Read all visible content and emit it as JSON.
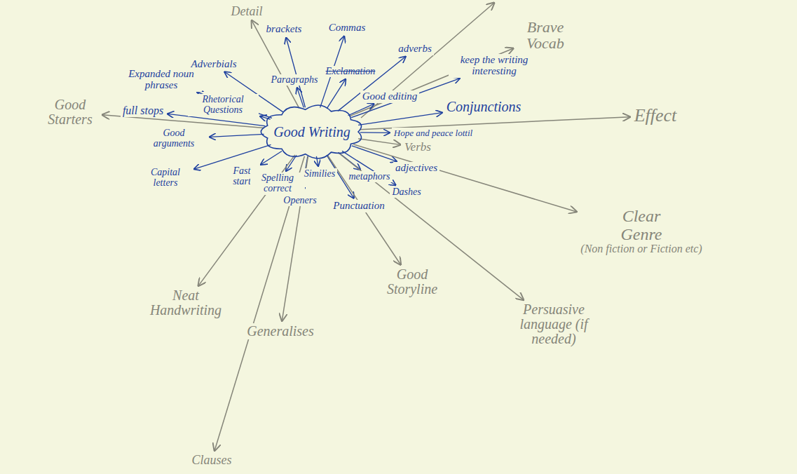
{
  "diagram": {
    "nodes": [
      {
        "text": [
          "Good Writing"
        ]
      },
      {
        "text": [
          "Detail"
        ]
      },
      {
        "text": [
          "brackets"
        ]
      },
      {
        "text": [
          "Commas"
        ]
      },
      {
        "text": [
          "Brave Vocab"
        ]
      },
      {
        "text": [
          "Adverbials"
        ]
      },
      {
        "text": [
          "Expanded noun phrases"
        ]
      },
      {
        "text": [
          "adverbs"
        ]
      },
      {
        "text": [
          "keep the writing interesting"
        ]
      },
      {
        "text": [
          "Paragraphs"
        ]
      },
      {
        "text": [
          "Exclamation"
        ]
      },
      {
        "text": [
          "Good editing"
        ]
      },
      {
        "text": [
          "Good Starters"
        ]
      },
      {
        "text": [
          "full stops"
        ]
      },
      {
        "text": [
          "Rhetorical Questions"
        ]
      },
      {
        "text": [
          "Effect"
        ]
      },
      {
        "text": [
          "Conjunctions"
        ]
      },
      {
        "text": [
          "Good arguments"
        ]
      },
      {
        "text": [
          "Hope and peace lottil"
        ]
      },
      {
        "text": [
          "Verbs"
        ]
      },
      {
        "text": [
          "adjectives"
        ]
      },
      {
        "text": [
          "Clear Genre",
          "(Non fiction or Fiction etc)"
        ]
      },
      {
        "text": [
          "Capital letters"
        ]
      },
      {
        "text": [
          "Fast start"
        ]
      },
      {
        "text": [
          "Spelling correct"
        ]
      },
      {
        "text": [
          "Similies"
        ]
      },
      {
        "text": [
          "metaphors"
        ]
      },
      {
        "text": [
          "Dashes"
        ]
      },
      {
        "text": [
          "Openers"
        ]
      },
      {
        "text": [
          "Punctuation"
        ]
      },
      {
        "text": [
          "Persuasive language (if needed)"
        ]
      },
      {
        "text": [
          "Good Storyline"
        ]
      },
      {
        "text": [
          "Neat Handwriting"
        ]
      },
      {
        "text": [
          "Generalises"
        ]
      },
      {
        "text": [
          "Clauses"
        ]
      }
    ],
    "edges": [
      {
        "from": 0,
        "to": 1,
        "arrow": "to"
      },
      {
        "from": 0,
        "to": 2,
        "arrow": "to"
      },
      {
        "from": 0,
        "to": 3,
        "arrow": "to"
      },
      {
        "from": 0,
        "to": 4,
        "arrow": "to"
      },
      {
        "from": 0,
        "to": 5,
        "arrow": "to"
      },
      {
        "from": 0,
        "to": 6,
        "arrow": "to"
      },
      {
        "from": 0,
        "to": 7,
        "arrow": "to"
      },
      {
        "from": 0,
        "to": 8,
        "arrow": "to"
      },
      {
        "from": 0,
        "to": 9,
        "arrow": "to"
      },
      {
        "from": 0,
        "to": 10,
        "arrow": "to"
      },
      {
        "from": 0,
        "to": 11,
        "arrow": "to"
      },
      {
        "from": 0,
        "to": 12,
        "arrow": "to"
      },
      {
        "from": 0,
        "to": 13,
        "arrow": "to"
      },
      {
        "from": 0,
        "to": 14,
        "arrow": "to"
      },
      {
        "from": 0,
        "to": 15,
        "arrow": "to"
      },
      {
        "from": 0,
        "to": 16,
        "arrow": "to"
      },
      {
        "from": 0,
        "to": 17,
        "arrow": "to"
      },
      {
        "from": 0,
        "to": 18,
        "arrow": "to"
      },
      {
        "from": 0,
        "to": 19,
        "arrow": "to"
      },
      {
        "from": 0,
        "to": 20,
        "arrow": "to"
      },
      {
        "from": 0,
        "to": 21,
        "arrow": "to"
      },
      {
        "from": 0,
        "to": 22,
        "arrow": "to"
      },
      {
        "from": 0,
        "to": 23,
        "arrow": "to"
      },
      {
        "from": 0,
        "to": 24,
        "arrow": "to"
      },
      {
        "from": 0,
        "to": 25,
        "arrow": "to"
      },
      {
        "from": 0,
        "to": 26,
        "arrow": "to"
      },
      {
        "from": 0,
        "to": 27,
        "arrow": "to"
      },
      {
        "from": 0,
        "to": 28,
        "arrow": "to"
      },
      {
        "from": 0,
        "to": 29,
        "arrow": "to"
      },
      {
        "from": 0,
        "to": 30,
        "arrow": "to"
      },
      {
        "from": 0,
        "to": 31,
        "arrow": "to"
      },
      {
        "from": 0,
        "to": 32,
        "arrow": "to"
      },
      {
        "from": 0,
        "to": 33,
        "arrow": "to"
      },
      {
        "from": 0,
        "to": 34,
        "arrow": "to"
      }
    ]
  }
}
